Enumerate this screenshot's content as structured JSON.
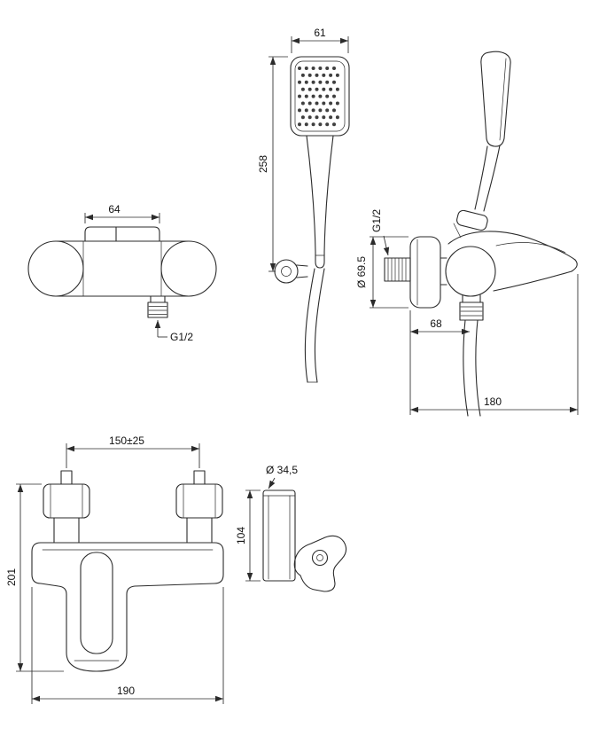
{
  "colors": {
    "background": "#ffffff",
    "line": "#2b2b2b",
    "text": "#111111"
  },
  "views": {
    "hand_shower_front": {
      "dim_head_width": "61",
      "dim_total_height": "258"
    },
    "shower_mixer_front": {
      "dim_spout_width": "64",
      "outlet_thread_label": "G1/2"
    },
    "shower_mixer_side": {
      "inlet_thread_label": "G1/2",
      "dim_escutcheon_diameter": "Ø 69.5",
      "dim_wall_to_outlet": "68",
      "dim_total_depth": "180"
    },
    "bath_mixer_front": {
      "dim_inlet_centers": "150±25",
      "dim_total_height": "201",
      "dim_total_width": "190"
    },
    "bath_mixer_side": {
      "dim_diameter": "Ø 34,5",
      "dim_body_height": "104"
    }
  }
}
